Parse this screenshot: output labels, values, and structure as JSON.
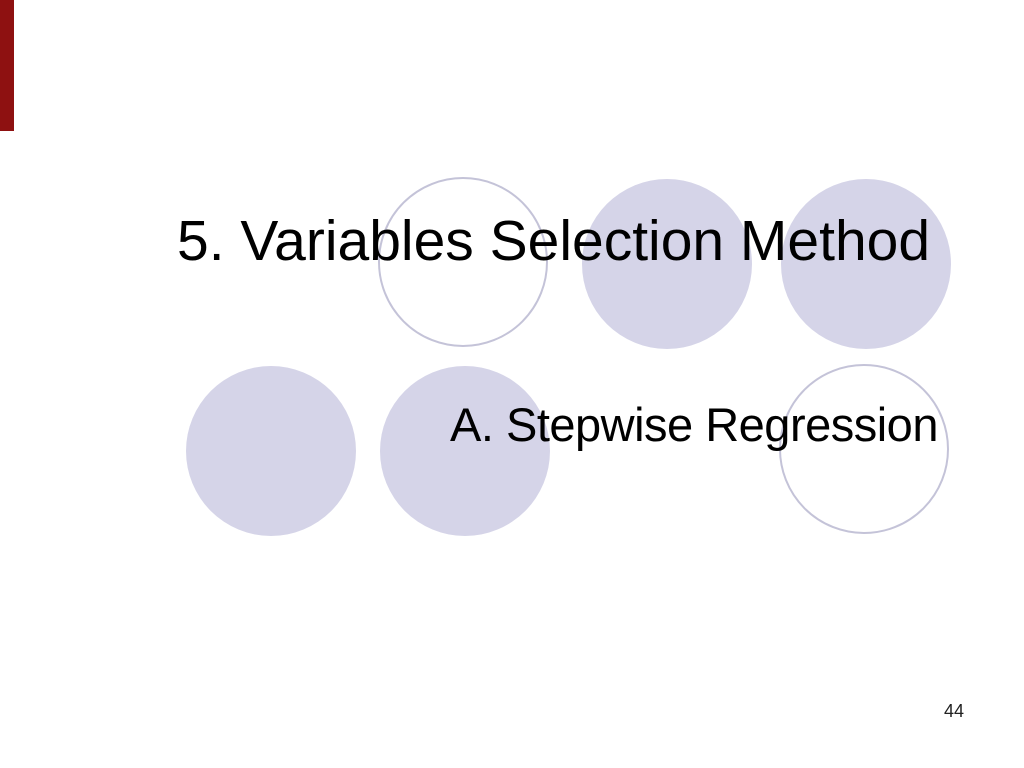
{
  "slide": {
    "title": "5. Variables Selection Method",
    "subtitle": "A. Stepwise Regression",
    "page_number": "44"
  },
  "colors": {
    "background": "#FFFFFF",
    "title_text": "#000000",
    "subtitle_text": "#000000",
    "page_number_text": "#222222",
    "circle_fill": "#D5D4E8",
    "circle_outline": "#C4C3D8",
    "accent_bar": "#8E1111"
  }
}
